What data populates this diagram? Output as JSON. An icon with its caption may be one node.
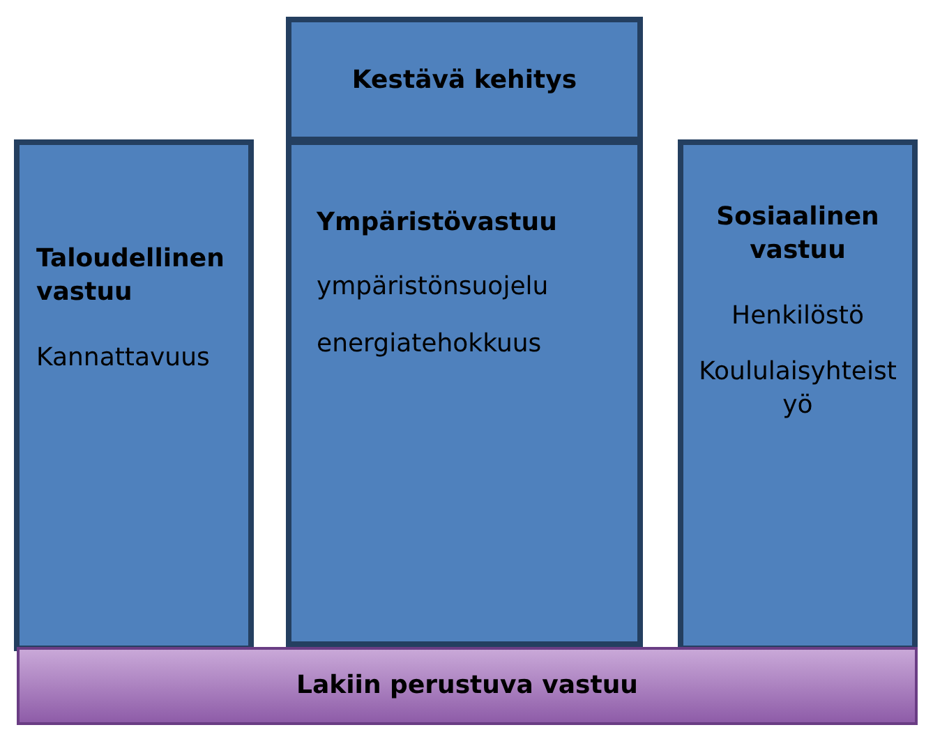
{
  "diagram": {
    "nodes": [
      {
        "text": [
          "Kestävä kehitys"
        ]
      },
      {
        "text": [
          "Taloudellinen vastuu",
          "Kannattavuus"
        ]
      },
      {
        "text": [
          "Ympäristövastuu",
          "ympäristönsuojelu",
          "energiatehokkuus"
        ]
      },
      {
        "text": [
          "Sosiaalinen vastuu",
          "Henkilöstö",
          "Koululaisyhteistyö"
        ]
      },
      {
        "text": [
          "Lakiin perustuva vastuu"
        ]
      }
    ],
    "edges": []
  }
}
